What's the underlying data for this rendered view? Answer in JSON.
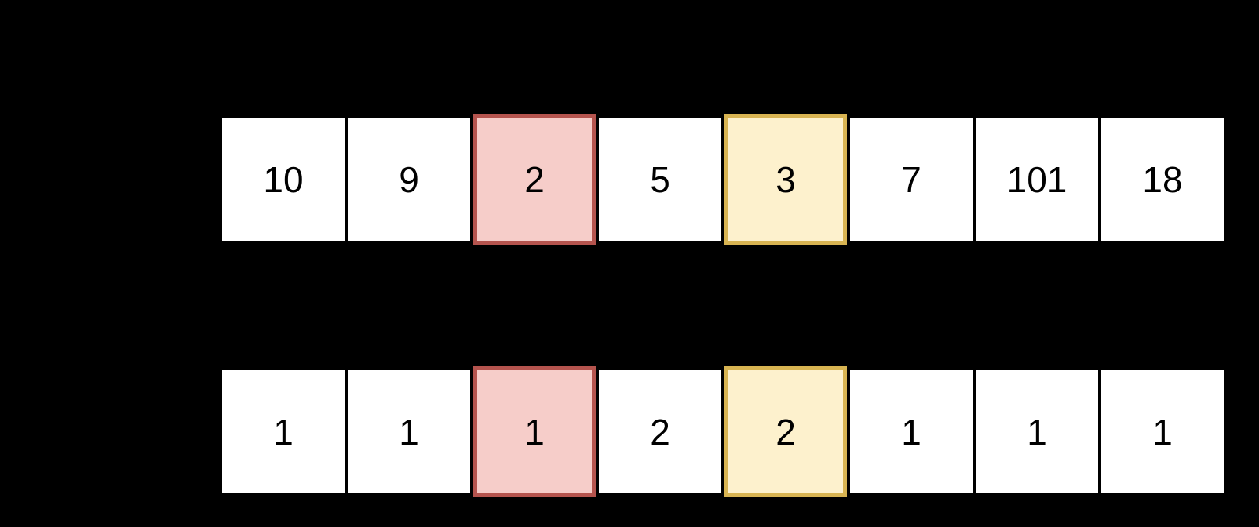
{
  "colors": {
    "background": "#000000",
    "cell_bg": "#ffffff",
    "cell_text": "#000000",
    "highlight_red_bg": "#f6cdc9",
    "highlight_red_border": "#b5544e",
    "highlight_yellow_bg": "#fdf1cd",
    "highlight_yellow_border": "#d8b452"
  },
  "top_row": {
    "values": [
      "10",
      "9",
      "2",
      "5",
      "3",
      "7",
      "101",
      "18"
    ],
    "highlighted_red_index": 2,
    "highlighted_yellow_index": 4
  },
  "bottom_row": {
    "values": [
      "1",
      "1",
      "1",
      "2",
      "2",
      "1",
      "1",
      "1"
    ],
    "highlighted_red_index": 2,
    "highlighted_yellow_index": 4
  }
}
